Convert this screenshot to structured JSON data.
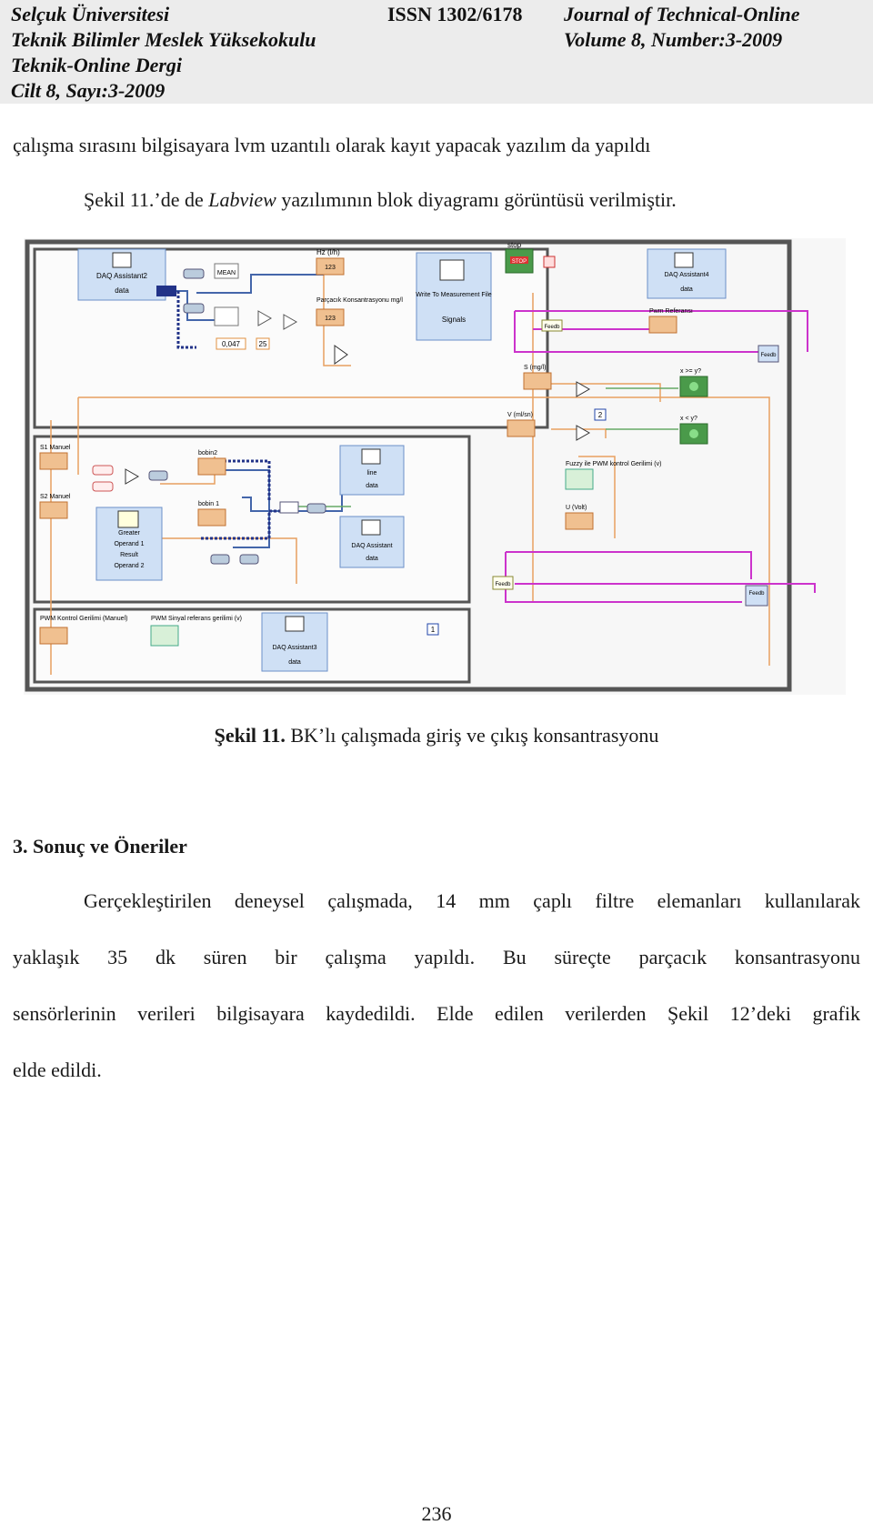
{
  "header": {
    "left": [
      "Selçuk Üniversitesi",
      "Teknik Bilimler Meslek Yüksekokulu",
      "Teknik-Online Dergi",
      "Cilt 8, Sayı:3-2009"
    ],
    "issn": "ISSN 1302/6178",
    "right": [
      "Journal of  Technical-Online",
      "Volume 8, Number:3-2009"
    ]
  },
  "intro_line": "çalışma sırasını bilgisayara lvm uzantılı olarak kayıt yapacak yazılım da yapıldı",
  "figure_ref": {
    "before": "Şekil 11.’de de ",
    "italic": "Labview",
    "after": " yazılımının blok diyagramı görüntüsü verilmiştir."
  },
  "diagram": {
    "labels": {
      "daq2_title": "DAQ Assistant2",
      "daq2_data": "data",
      "mean": "MEAN",
      "const_0047": "0,047",
      "const_25": "25",
      "hz": "Hz (l/h)",
      "particle": "Parçacık Konsantrasyonu mg/l",
      "write_title": "Write To Measurement File",
      "write_signals": "Signals",
      "stop": "stop",
      "stop_val": "STOP",
      "daq4_title": "DAQ Assistant4",
      "daq4_data": "data",
      "pwm_ref": "Pwm Referansı",
      "s_mgl": "S (mg/l)",
      "v_mlsn": "V (ml/sn)",
      "x_ge_y": "x >= y?",
      "x_lt_y": "x < y?",
      "const_2": "2",
      "fuzzy": "Fuzzy ile PWM kontrol Gerilimi (v)",
      "u_volt": "U (Volt)",
      "s1": "S1 Manuel",
      "s2": "S2 Manuel",
      "bobin2": "bobin2",
      "bobin1": "bobin 1",
      "greater": "Greater",
      "operand1": "Operand 1",
      "result": "Result",
      "operand2": "Operand 2",
      "line": "line",
      "line_data": "data",
      "daq_asst": "DAQ Assistant",
      "daq_data": "data",
      "pwm_manual": "PWM Kontrol Gerilimi (Manuel)",
      "pwm_sinyal": "PWM Sinyal referans gerilimi (v)",
      "daq3_title": "DAQ Assistant3",
      "daq3_data": "data",
      "feedback": "Feedb",
      "const_1": "1",
      "num": "123"
    }
  },
  "caption": {
    "bold": "Şekil 11.",
    "rest": " BK’lı çalışmada giriş ve çıkış konsantrasyonu"
  },
  "section_title": "3.  Sonuç ve Öneriler",
  "paragraph": {
    "line1": "Gerçekleştirilen deneysel çalışmada, 14 mm çaplı filtre elemanları kullanılarak",
    "line2": "yaklaşık 35 dk süren bir çalışma yapıldı. Bu süreçte parçacık konsantrasyonu",
    "line3": "sensörlerinin verileri bilgisayara kaydedildi. Elde edilen verilerden Şekil 12’deki grafik",
    "line4": "elde edildi."
  },
  "page_number": "236"
}
